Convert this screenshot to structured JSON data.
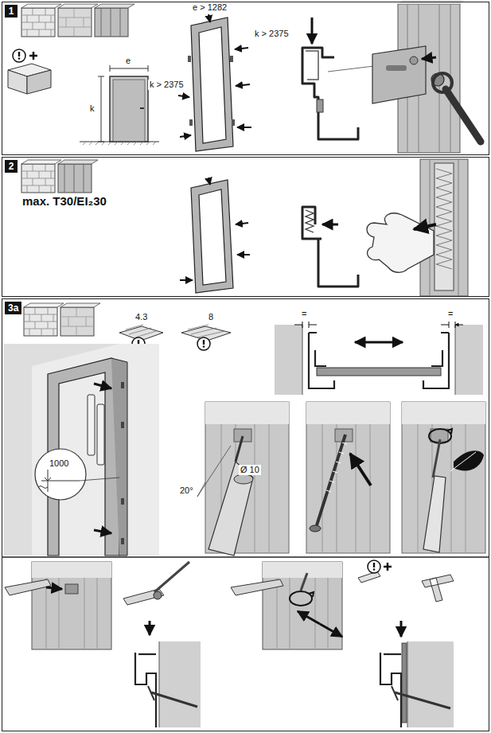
{
  "diagram": {
    "nodes": [
      {
        "text": [
          "1"
        ]
      },
      {
        "text": [
          "2",
          "max. T30/EI₂30"
        ]
      },
      {
        "text": [
          "3a"
        ]
      }
    ],
    "labels": [
      "e > 1282",
      "k > 2375",
      "k > 2375",
      "e",
      "k",
      "4.3",
      "8",
      "=",
      "=",
      "1000",
      "Ø 10",
      "20°"
    ]
  }
}
